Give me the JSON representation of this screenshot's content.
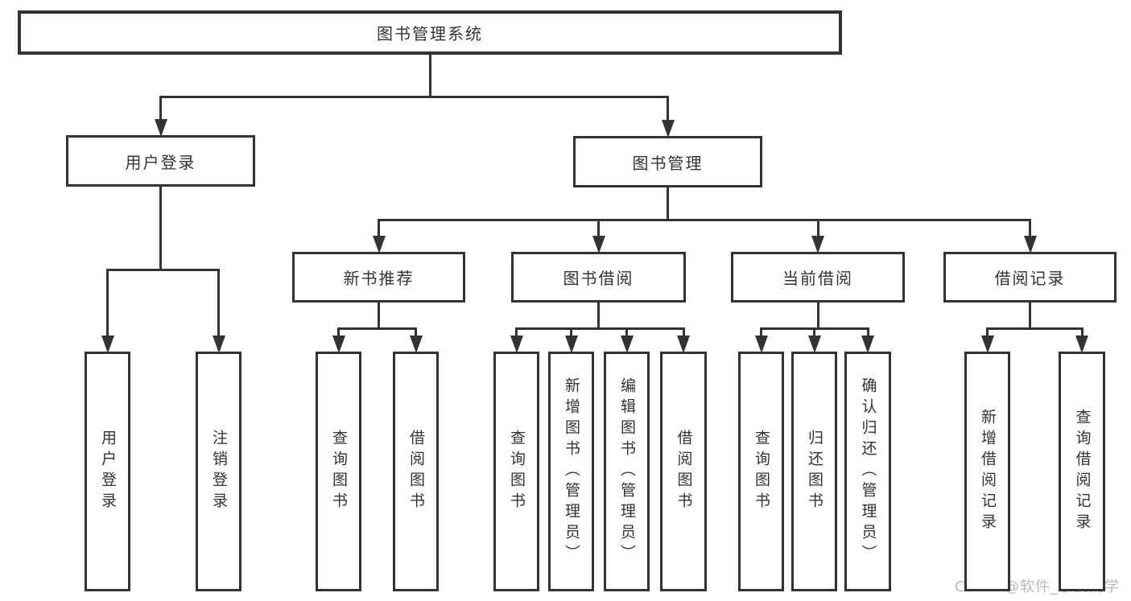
{
  "diagram": {
    "title": "图书管理系统",
    "nodes": [
      {
        "id": "system",
        "label": "图书管理系统",
        "parent": null
      },
      {
        "id": "user-login",
        "label": "用户登录",
        "parent": "system"
      },
      {
        "id": "book-mgmt",
        "label": "图书管理",
        "parent": "system"
      },
      {
        "id": "new-book-rec",
        "label": "新书推荐",
        "parent": "book-mgmt"
      },
      {
        "id": "book-borrow",
        "label": "图书借阅",
        "parent": "book-mgmt"
      },
      {
        "id": "current-borrow",
        "label": "当前借阅",
        "parent": "book-mgmt"
      },
      {
        "id": "borrow-records",
        "label": "借阅记录",
        "parent": "book-mgmt"
      },
      {
        "id": "login",
        "label": "用户登录",
        "parent": "user-login"
      },
      {
        "id": "logout",
        "label": "注销登录",
        "parent": "user-login"
      },
      {
        "id": "rec-query-book",
        "label": "查询图书",
        "parent": "new-book-rec"
      },
      {
        "id": "rec-borrow-book",
        "label": "借阅图书",
        "parent": "new-book-rec"
      },
      {
        "id": "bb-query-book",
        "label": "查询图书",
        "parent": "book-borrow"
      },
      {
        "id": "bb-add-book",
        "label": "新增图书（管理员）",
        "parent": "book-borrow"
      },
      {
        "id": "bb-edit-book",
        "label": "编辑图书（管理员）",
        "parent": "book-borrow"
      },
      {
        "id": "bb-borrow-book",
        "label": "借阅图书",
        "parent": "book-borrow"
      },
      {
        "id": "cb-query-book",
        "label": "查询图书",
        "parent": "current-borrow"
      },
      {
        "id": "cb-return-book",
        "label": "归还图书",
        "parent": "current-borrow"
      },
      {
        "id": "cb-confirm-return",
        "label": "确认归还（管理员）",
        "parent": "current-borrow"
      },
      {
        "id": "br-add-record",
        "label": "新增借阅记录",
        "parent": "borrow-records"
      },
      {
        "id": "br-query-record",
        "label": "查询借阅记录",
        "parent": "borrow-records"
      }
    ]
  },
  "watermark": "CSDN @软件_小贺同学",
  "colors": {
    "line": "#333333",
    "text": "#333333",
    "box_background": "#ffffff",
    "watermark": "#b9b9b9",
    "background": "#ffffff"
  }
}
